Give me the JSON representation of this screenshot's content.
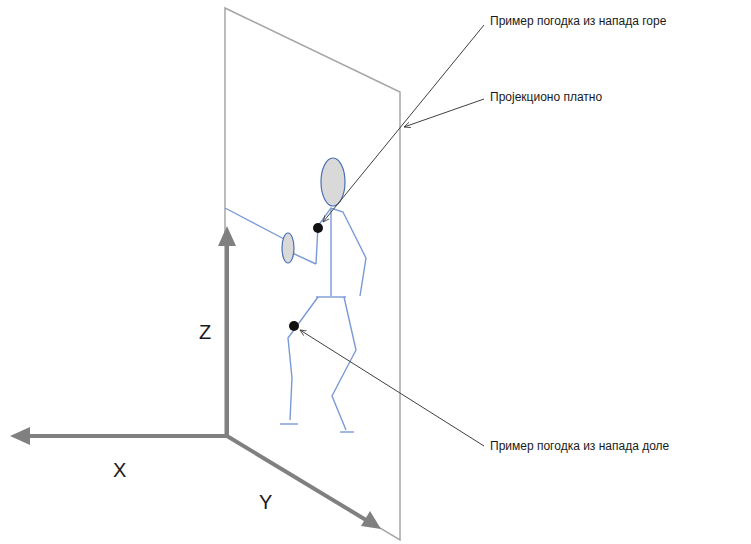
{
  "diagram": {
    "labels": [
      "Пример погодка из напада горе",
      "Пројекционо платно",
      "Пример погодка из напада доле",
      "Z",
      "X",
      "Y"
    ]
  }
}
